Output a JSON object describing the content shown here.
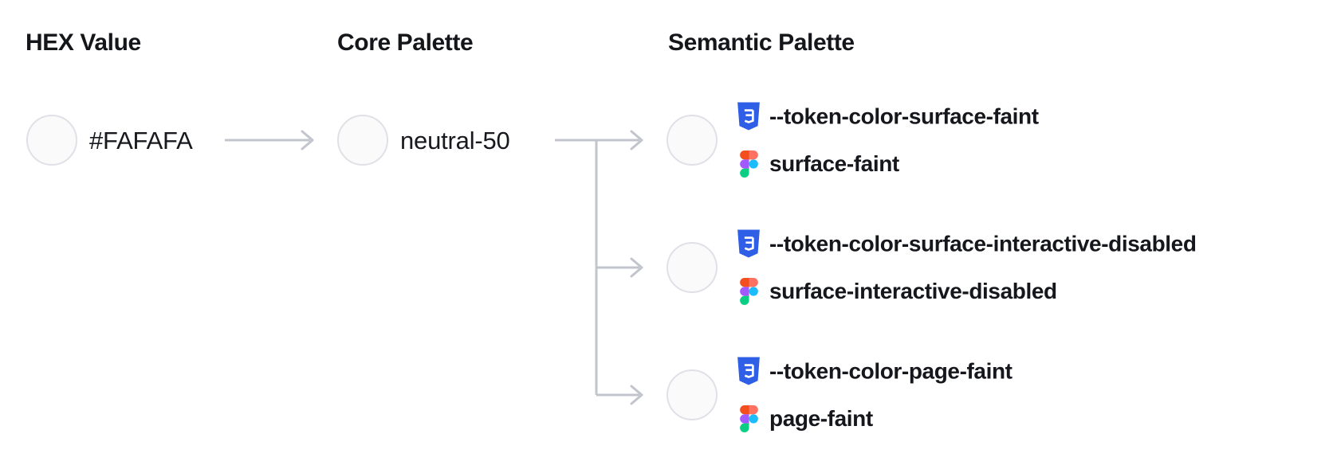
{
  "diagram": {
    "title": "color token mapping flow",
    "background": "#ffffff",
    "connector_color": "#c2c5cd",
    "swatch": {
      "fill": "#FAFAFA",
      "border": "#dfe1e7"
    }
  },
  "headers": {
    "hex_value": "HEX Value",
    "core_palette": "Core Palette",
    "semantic_palette": "Semantic Palette"
  },
  "hex": {
    "label": "#FAFAFA",
    "swatch_color": "#FAFAFA"
  },
  "core": {
    "label": "neutral-50",
    "swatch_color": "#FAFAFA"
  },
  "semantic_tokens": [
    {
      "css": "--token-color-surface-faint",
      "figma": "surface-faint",
      "swatch_color": "#FAFAFA"
    },
    {
      "css": "--token-color-surface-interactive-disabled",
      "figma": "surface-interactive-disabled",
      "swatch_color": "#FAFAFA"
    },
    {
      "css": "--token-color-page-faint",
      "figma": "page-faint",
      "swatch_color": "#FAFAFA"
    }
  ],
  "icons": {
    "css_icon": "css3-badge",
    "figma_icon": "figma-logo",
    "css_badge_blue": "#2f5fe6",
    "figma_colors": {
      "top_left": "#f24e1e",
      "top_right": "#ff7262",
      "mid_left": "#a259ff",
      "mid_right": "#1abcfe",
      "bottom_left": "#0acf83"
    }
  }
}
